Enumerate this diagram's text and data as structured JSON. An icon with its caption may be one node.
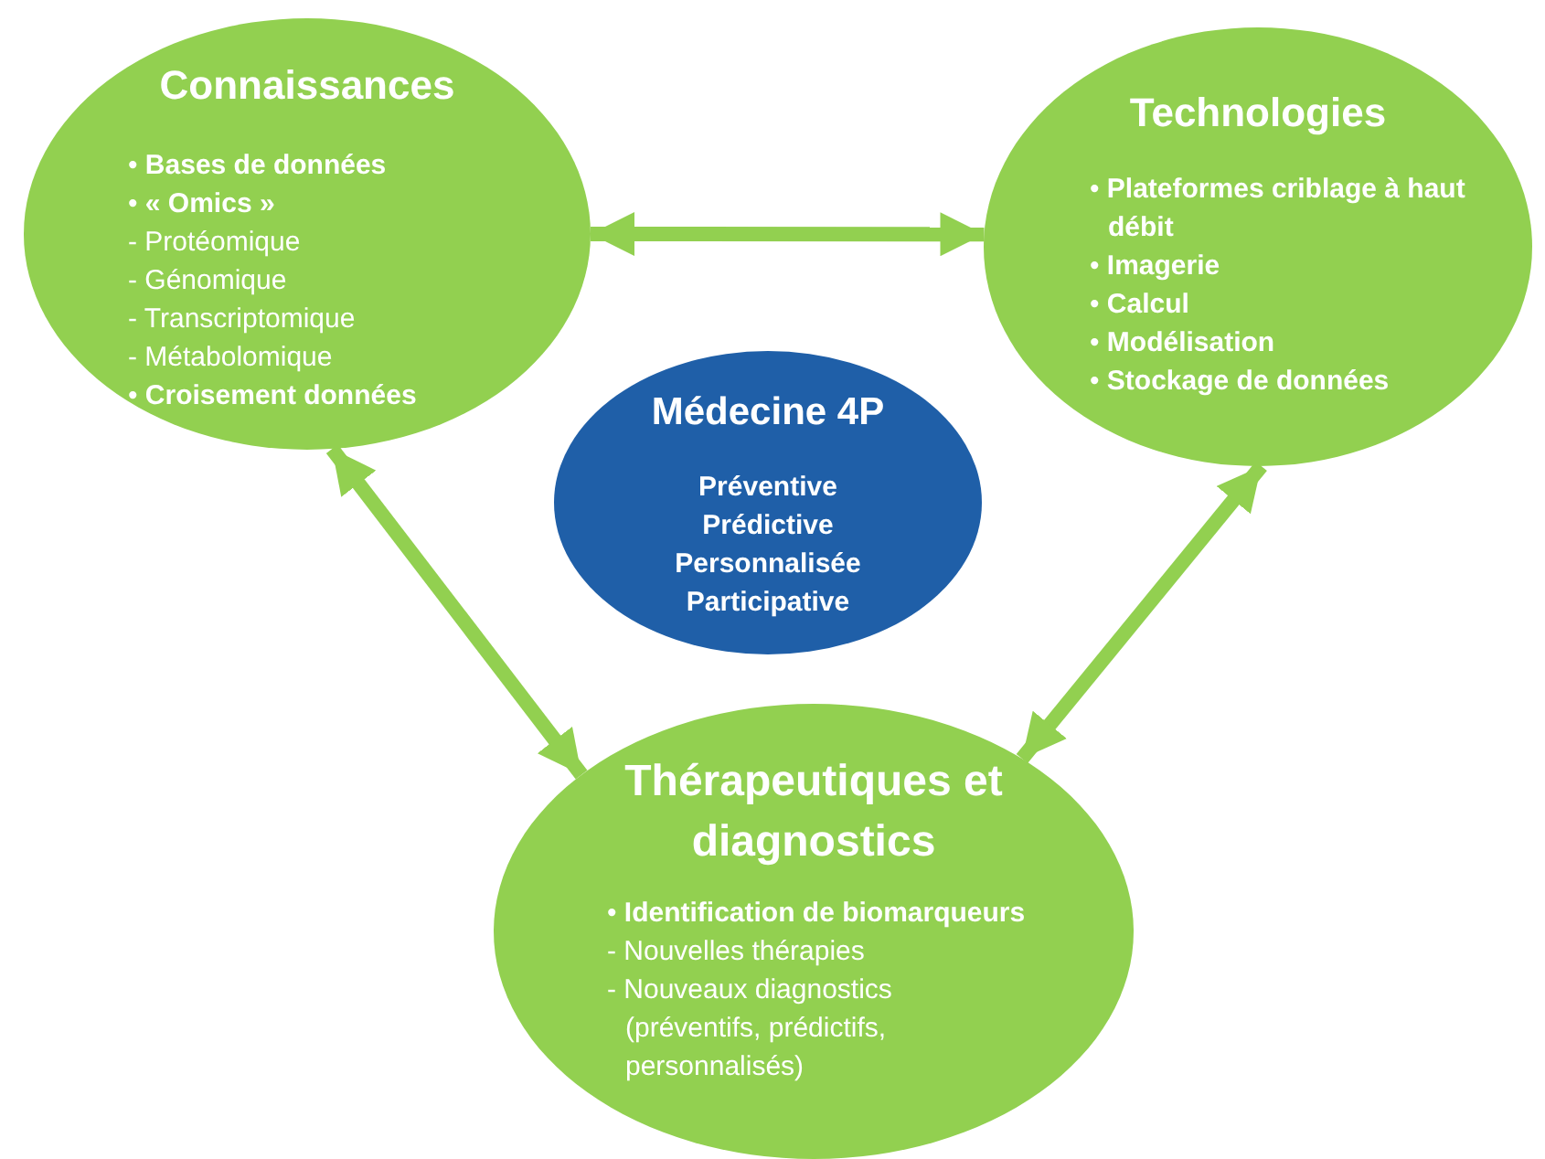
{
  "diagram": {
    "nodes": [
      {
        "text": [
          "Connaissances",
          "• **Bases de données**",
          "• **« Omics »**",
          "- Protéomique",
          "- Génomique",
          "- Transcriptomique",
          "- Métabolomique",
          "• **Croisement données**"
        ]
      },
      {
        "text": [
          "Technologies",
          "• **Plateformes criblage à haut débit**",
          "• **Imagerie**",
          "• **Calcul**",
          "• **Modélisation**",
          "• **Stockage de données**"
        ]
      },
      {
        "text": [
          "Médecine 4P",
          "Préventive",
          "Prédictive",
          "Personnalisée",
          "Participative"
        ]
      },
      {
        "text": [
          "Thérapeutiques et diagnostics",
          "• **Identification de biomarqueurs**",
          "- Nouvelles thérapies",
          "- Nouveaux diagnostics (préventifs, prédictifs, personnalisés)"
        ]
      }
    ],
    "edges": [
      {
        "from": 0,
        "to": 1,
        "arrow": "both"
      },
      {
        "from": 0,
        "to": 3,
        "arrow": "both"
      },
      {
        "from": 1,
        "to": 3,
        "arrow": "both"
      }
    ]
  }
}
